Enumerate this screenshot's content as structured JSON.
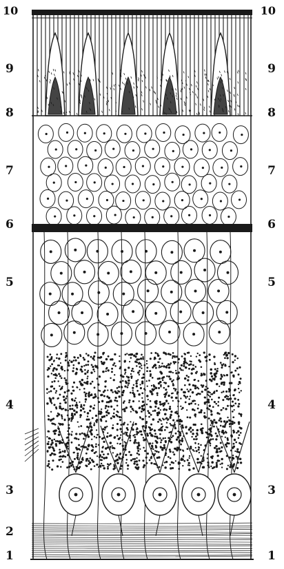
{
  "figure": {
    "layer_labels_left": [
      "10",
      "9",
      "8",
      "7",
      "6",
      "5",
      "4",
      "3",
      "2",
      "1"
    ],
    "layer_labels_right": [
      "10",
      "9",
      "8",
      "7",
      "6",
      "5",
      "4",
      "3",
      "1"
    ],
    "colors": {
      "ink": "#1a1a1a",
      "paper": "#ffffff"
    }
  }
}
